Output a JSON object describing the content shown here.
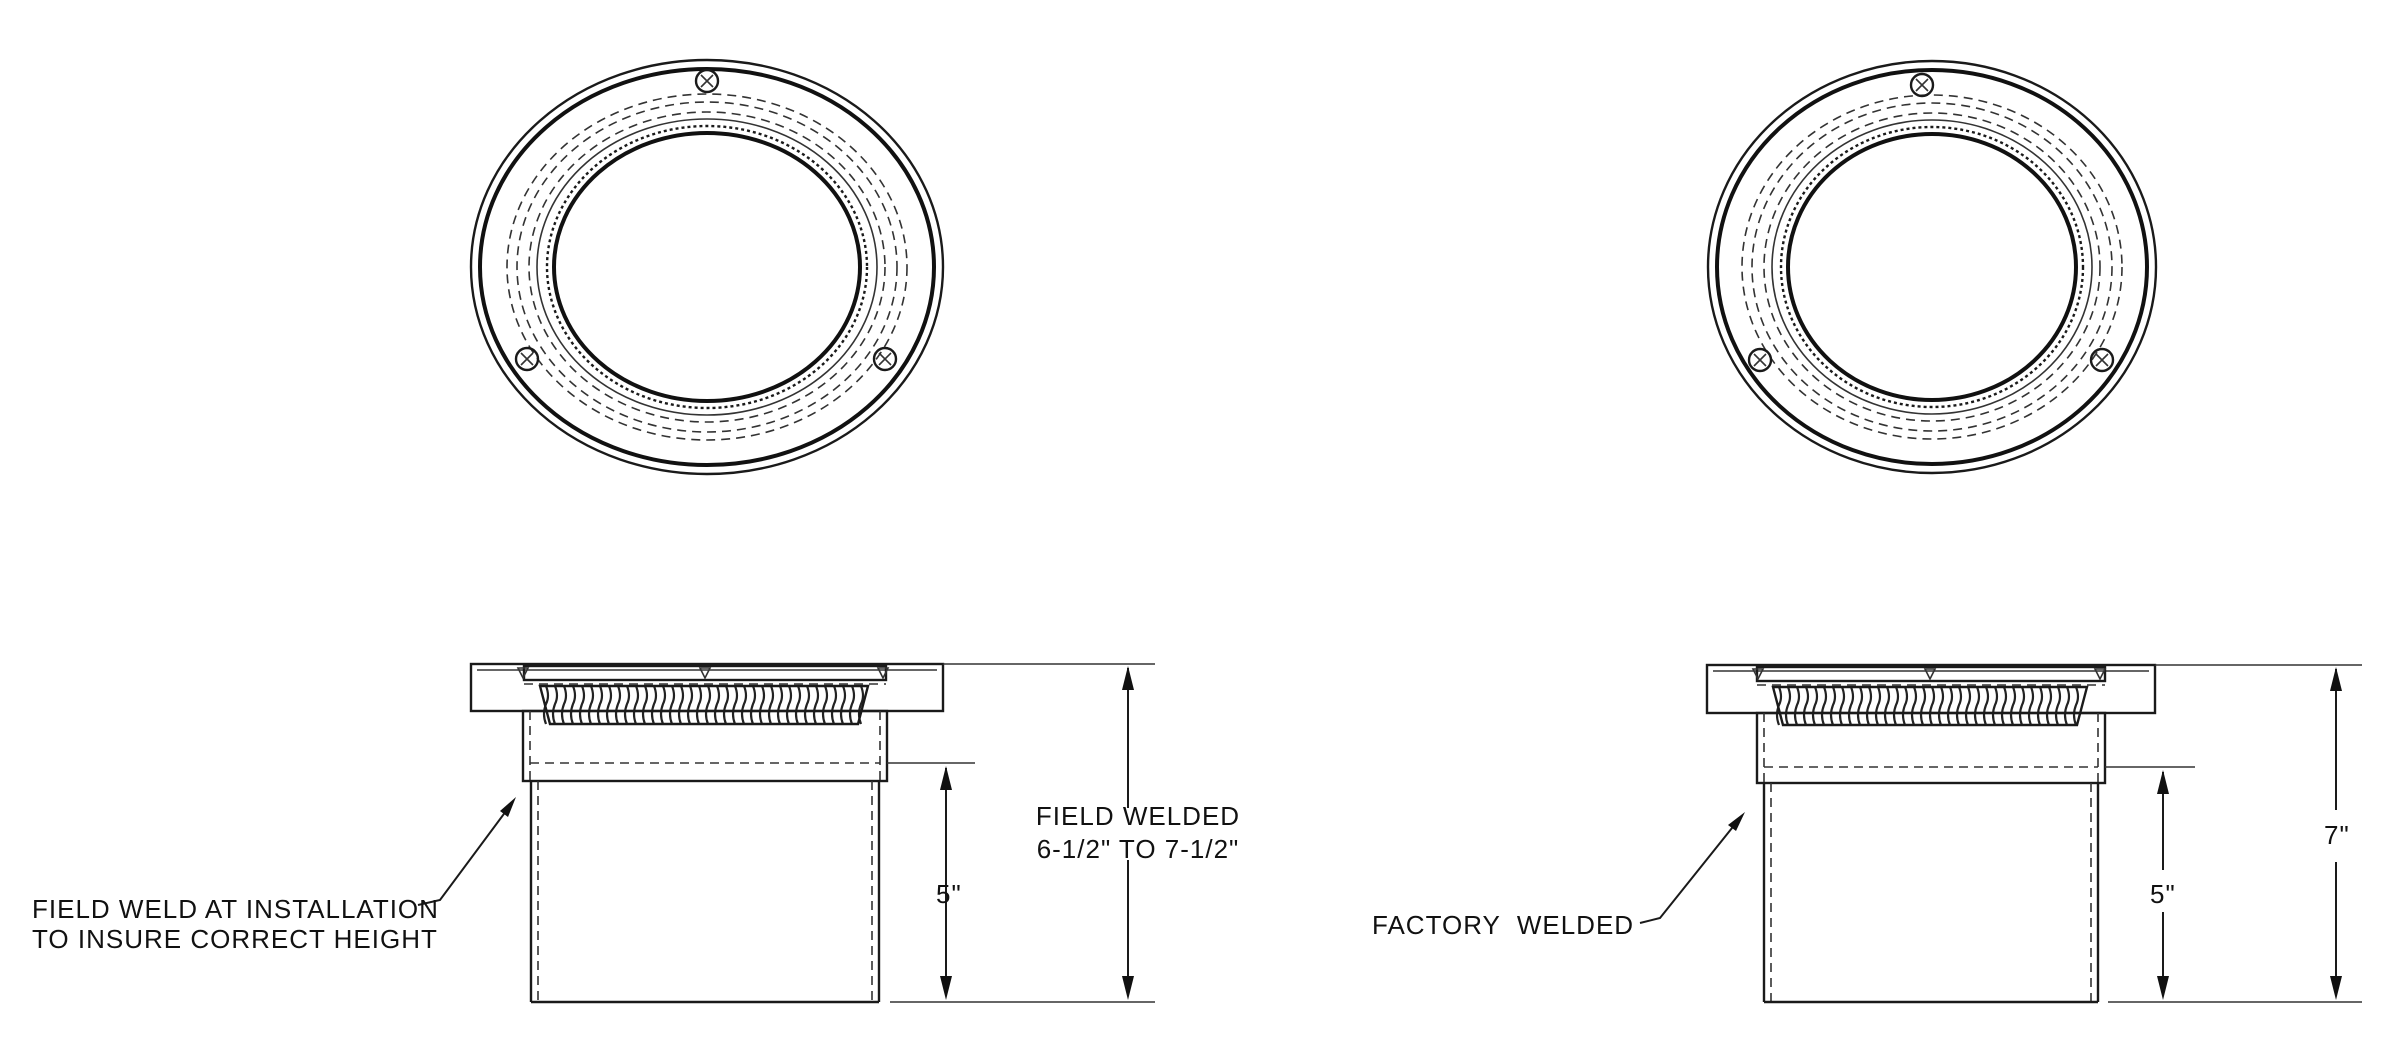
{
  "left_view": {
    "callout": [
      "FIELD WELD AT INSTALLATION",
      "TO INSURE CORRECT HEIGHT"
    ],
    "dim_inner": "5\"",
    "dim_outer": [
      "FIELD WELDED",
      "6-1/2\" TO 7-1/2\""
    ]
  },
  "right_view": {
    "callout": [
      "FACTORY  WELDED"
    ],
    "dim_inner": "5\"",
    "dim_outer": [
      "7\""
    ]
  },
  "colors": {
    "line": "#1a1a1a",
    "background": "#ffffff"
  }
}
